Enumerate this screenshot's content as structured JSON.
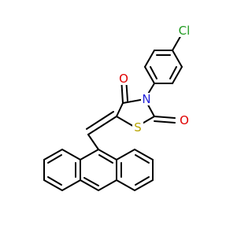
{
  "molecule": {
    "atoms": {
      "cl": {
        "symbol": "Cl",
        "color": "#1f9a1f"
      },
      "n": {
        "symbol": "N",
        "color": "#2323d8"
      },
      "s": {
        "symbol": "S",
        "color": "#b8a400"
      },
      "o_upper": {
        "symbol": "O",
        "color": "#e00000"
      },
      "o_right": {
        "symbol": "O",
        "color": "#e00000"
      }
    }
  }
}
